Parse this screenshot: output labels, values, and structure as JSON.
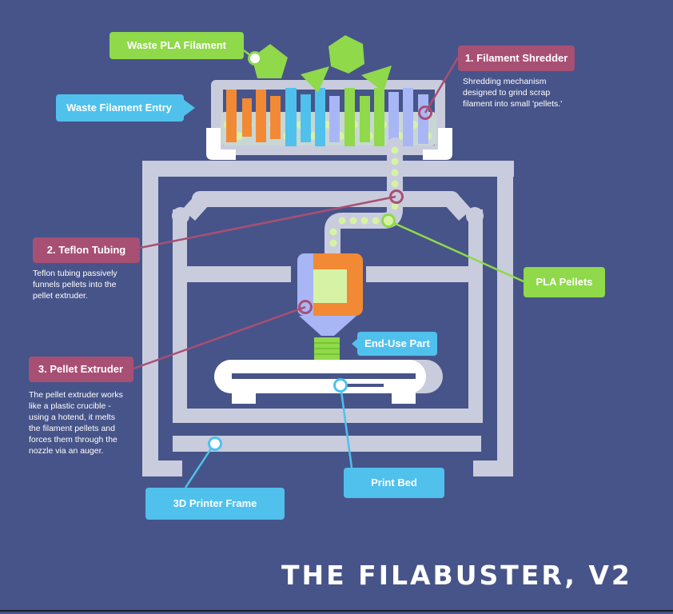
{
  "title": "THE FILABUSTER, V2",
  "labels": {
    "waste_pla_filament": "Waste PLA Filament",
    "waste_filament_entry": "Waste Filament Entry",
    "filament_shredder": "1. Filament Shredder",
    "teflon_tubing": "2. Teflon Tubing",
    "pla_pellets": "PLA Pellets",
    "end_use_part": "End-Use Part",
    "pellet_extruder": "3. Pellet Extruder",
    "print_bed": "Print Bed",
    "printer_frame": "3D Printer Frame"
  },
  "descriptions": {
    "shredder": [
      "Shredding mechanism",
      "designed to grind scrap",
      "filament into small 'pellets.'"
    ],
    "tubing": [
      "Teflon tubing passively",
      "funnels pellets into the",
      "pellet extruder."
    ],
    "extruder": [
      "The pellet extruder works",
      "like a plastic crucible -",
      "using a hotend, it melts",
      "the filament pellets and",
      "forces them through the",
      "nozzle via an auger."
    ]
  },
  "colors": {
    "background": "#475489",
    "frame": "#c9ccdd",
    "light_blue": "#4fc1ec",
    "lime_green": "#8fd94a",
    "magenta": "#a84f74",
    "orange": "#f28a35",
    "lavender": "#a9b6f5",
    "pellet": "#d6f2a4"
  }
}
